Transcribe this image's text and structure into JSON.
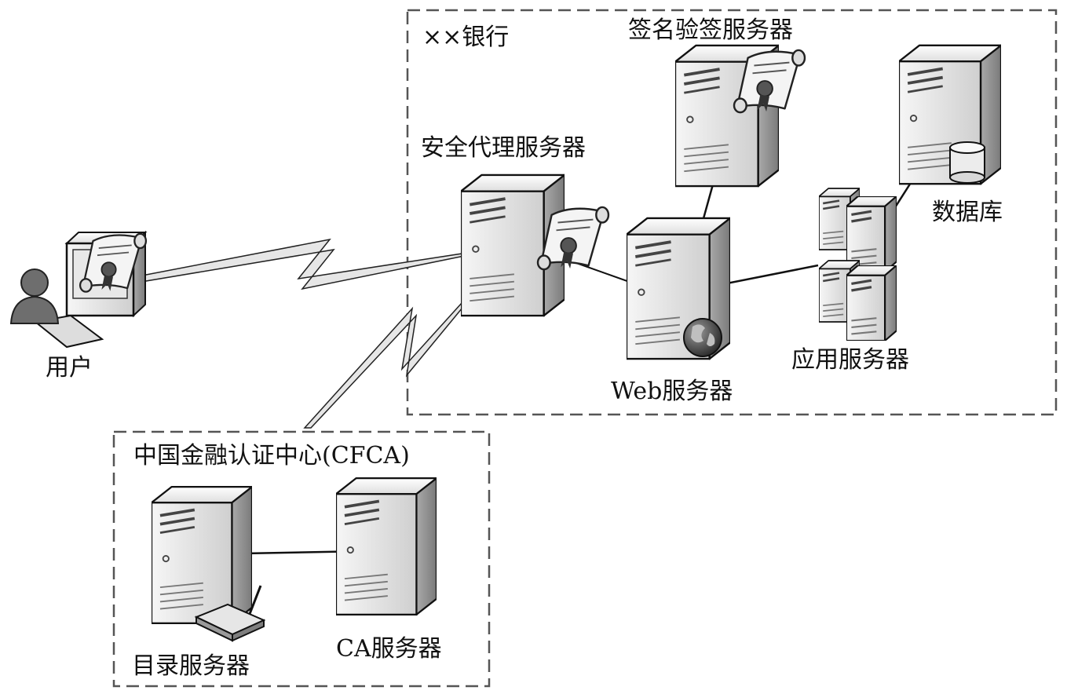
{
  "diagram": {
    "bank": {
      "title": "××银行"
    },
    "cfca": {
      "title": "中国金融认证中心(CFCA)"
    },
    "nodes": {
      "user": "用户",
      "proxy": "安全代理服务器",
      "sign": "签名验签服务器",
      "db": "数据库",
      "web": "Web服务器",
      "app": "应用服务器",
      "dir": "目录服务器",
      "ca": "CA服务器"
    }
  }
}
